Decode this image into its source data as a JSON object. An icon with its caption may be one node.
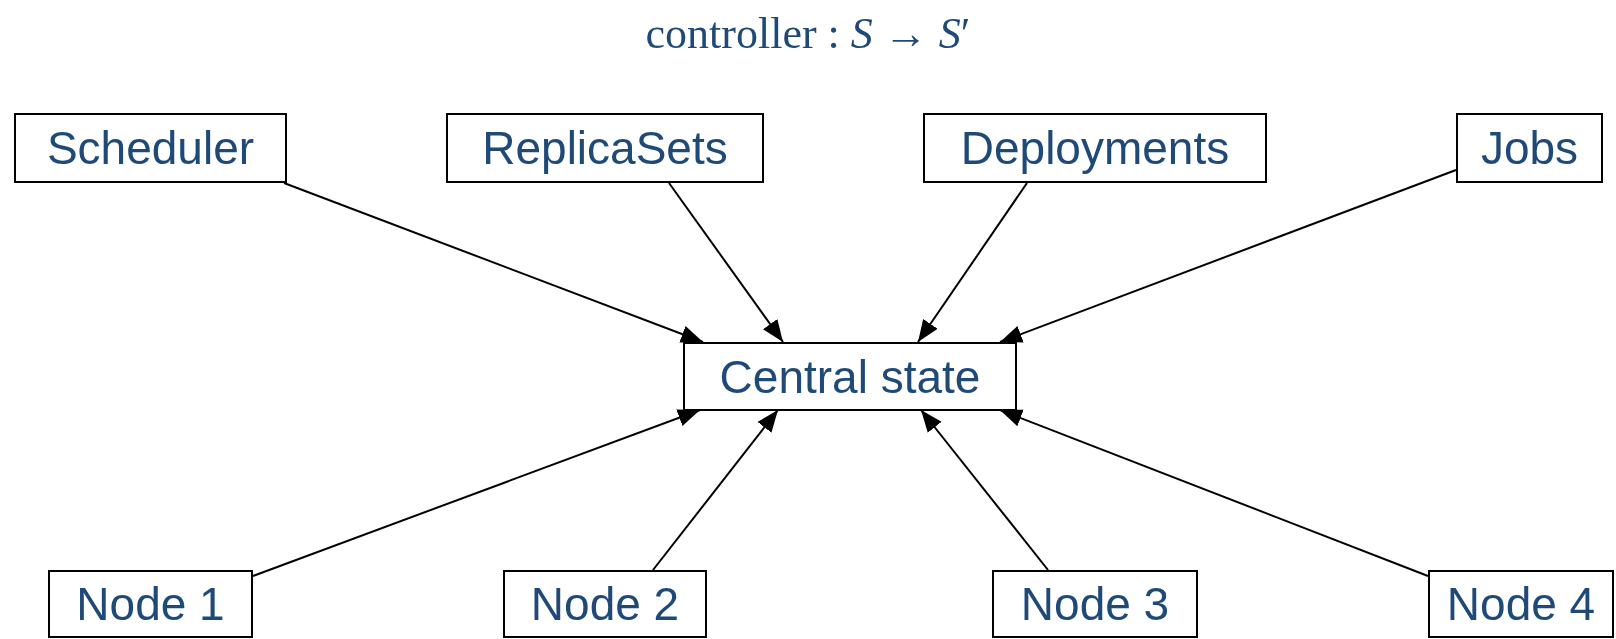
{
  "diagram": {
    "title": "controller : *S* → *S*′",
    "nodes": [
      {
        "text": [
          "Scheduler"
        ]
      },
      {
        "text": [
          "ReplicaSets"
        ]
      },
      {
        "text": [
          "Deployments"
        ]
      },
      {
        "text": [
          "Jobs"
        ]
      },
      {
        "text": [
          "Central state"
        ]
      },
      {
        "text": [
          "Node 1"
        ]
      },
      {
        "text": [
          "Node 2"
        ]
      },
      {
        "text": [
          "Node 3"
        ]
      },
      {
        "text": [
          "Node 4"
        ]
      }
    ],
    "edges": [
      {
        "from": 0,
        "to": 4,
        "arrow": "to"
      },
      {
        "from": 1,
        "to": 4,
        "arrow": "to"
      },
      {
        "from": 2,
        "to": 4,
        "arrow": "to"
      },
      {
        "from": 3,
        "to": 4,
        "arrow": "to"
      },
      {
        "from": 5,
        "to": 4,
        "arrow": "to"
      },
      {
        "from": 6,
        "to": 4,
        "arrow": "to"
      },
      {
        "from": 7,
        "to": 4,
        "arrow": "to"
      },
      {
        "from": 8,
        "to": 4,
        "arrow": "to"
      }
    ]
  }
}
